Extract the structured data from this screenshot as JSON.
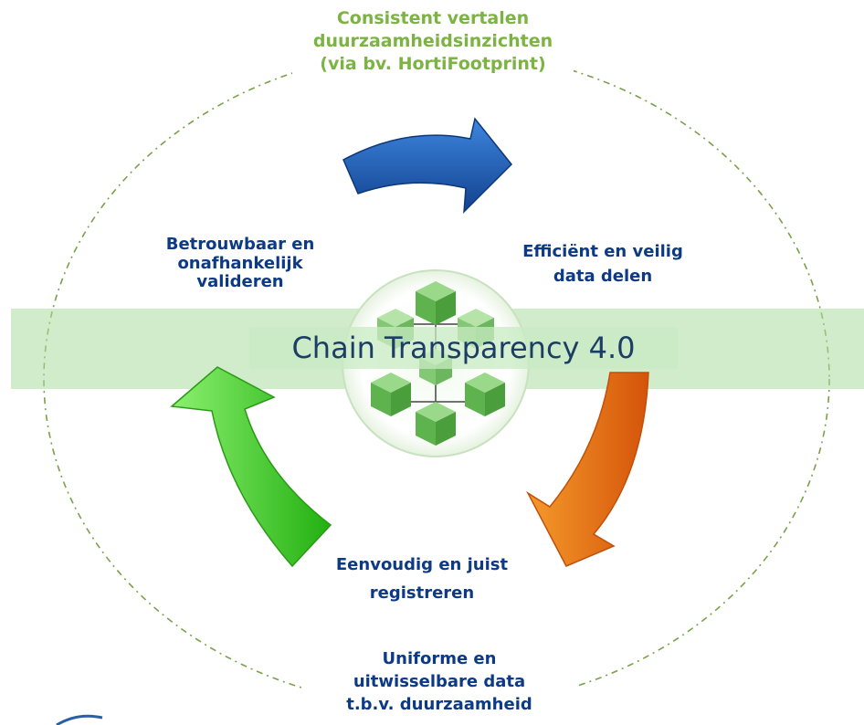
{
  "labels": {
    "top": [
      "Consistent vertalen",
      "duurzaamheidsinzichten",
      "(via bv. HortiFootprint)"
    ],
    "left": [
      "Betrouwbaar en",
      "onafhankelijk",
      "valideren"
    ],
    "right": [
      "Efficiënt en veilig",
      "data delen"
    ],
    "center_bottom": [
      "Eenvoudig en juist",
      "registreren"
    ],
    "bottom": [
      "Uniforme en",
      "uitwisselbare data",
      "t.b.v. duurzaamheid"
    ]
  },
  "center_title": "Chain Transparency 4.0",
  "colors": {
    "label_green": "#7cb342",
    "label_blue": "#0d3a84",
    "arrow_blue": "#1f5fb8",
    "arrow_orange": "#f07a14",
    "arrow_green": "#3cc81e",
    "cube_green": "#6cbf5c",
    "band": "#aadca0"
  },
  "icons": [
    "cube-cluster-icon",
    "blue-cycle-arrow",
    "orange-cycle-arrow",
    "green-cycle-arrow"
  ]
}
